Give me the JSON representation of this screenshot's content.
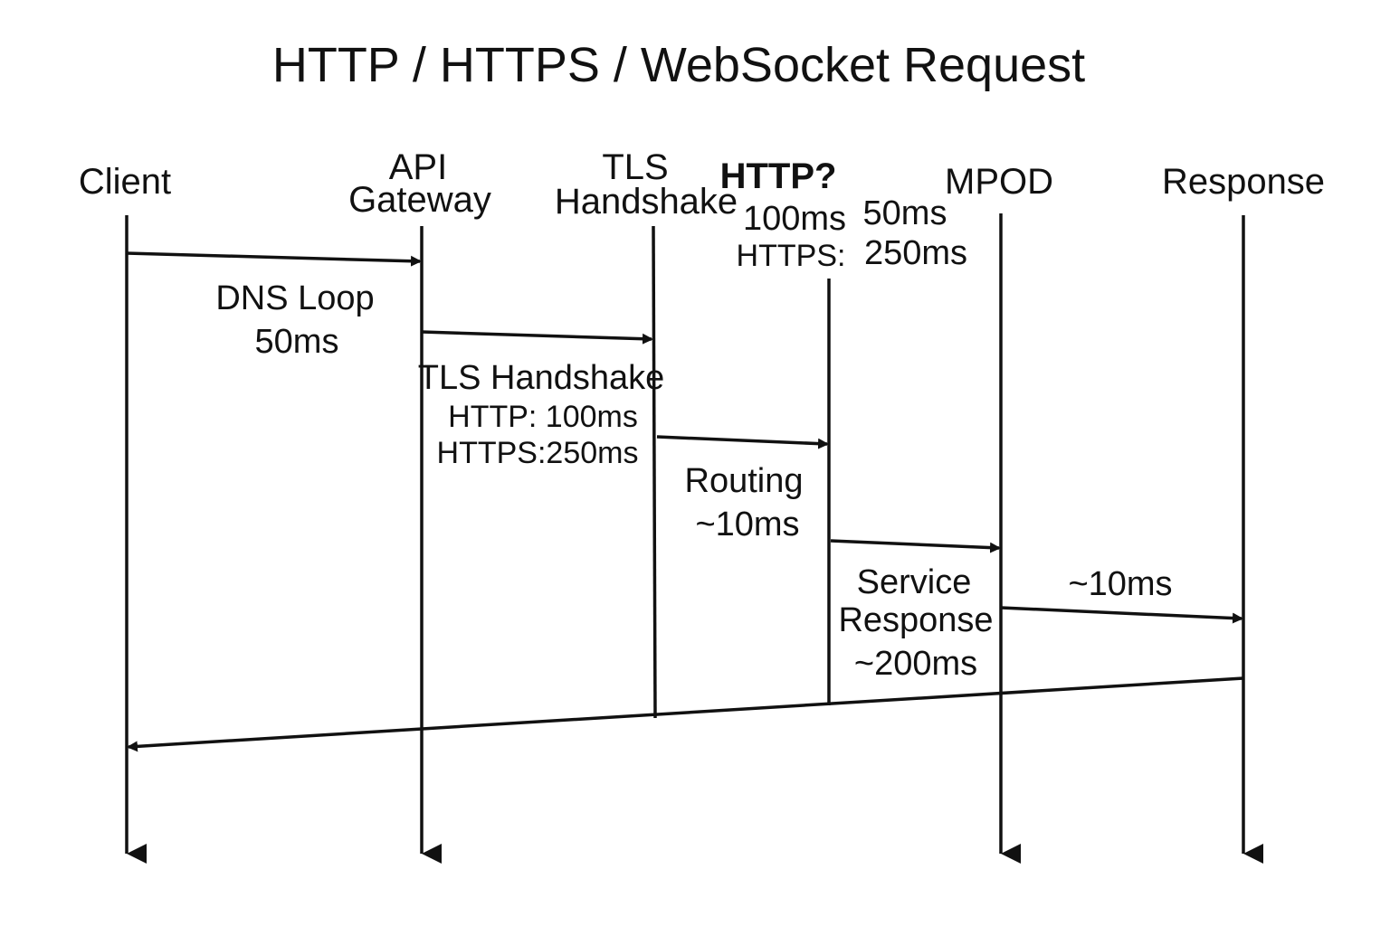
{
  "title": "HTTP / HTTPS / WebSocket Request",
  "participants": {
    "client": "Client",
    "api_gateway_line1": "API",
    "api_gateway_line2": "Gateway",
    "tls_line1": "TLS",
    "tls_line2": "Handshake",
    "http_question": "HTTP?",
    "mpod": "MPOD",
    "response": "Response"
  },
  "header_overlay": {
    "http_value": "100ms",
    "value_a": "50ms",
    "https_label": "HTTPS:",
    "value_b": "250ms"
  },
  "steps": {
    "dns_label": "DNS Loop",
    "dns_time": "50ms",
    "tls_label": "TLS Handshake",
    "tls_http": "HTTP: 100ms",
    "tls_https": "HTTPS:250ms",
    "routing_label": "Routing",
    "routing_time": "~10ms",
    "service_line1": "Service",
    "service_line2": "Response",
    "service_time": "~200ms",
    "response_time": "~10ms"
  },
  "colors": {
    "ink": "#111111",
    "background": "#ffffff"
  }
}
